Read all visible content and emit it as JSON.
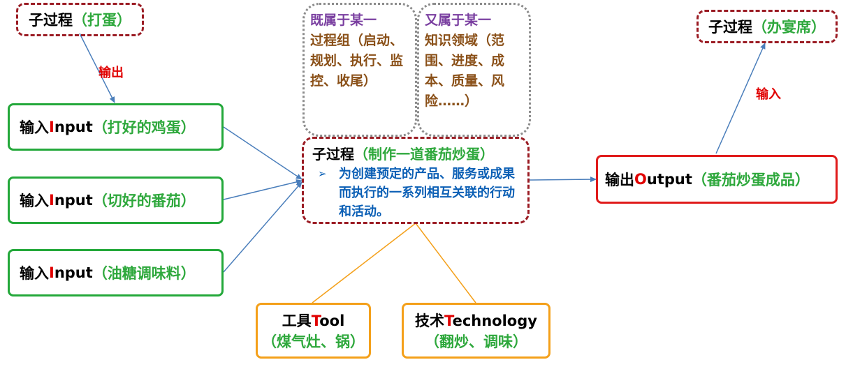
{
  "top_left": {
    "label": "子过程",
    "detail": "（打蛋）"
  },
  "top_left_arrow_label": "输出",
  "inputs": [
    {
      "pre": "输入",
      "accent": "I",
      "rest": "nput",
      "detail": "（打好的鸡蛋）"
    },
    {
      "pre": "输入",
      "accent": "I",
      "rest": "nput",
      "detail": "（切好的番茄）"
    },
    {
      "pre": "输入",
      "accent": "I",
      "rest": "nput",
      "detail": "（油糖调味料）"
    }
  ],
  "gray_boxes": [
    {
      "line1": "既属于某一",
      "line2": "过程组（启动、规划、执行、监控、收尾）"
    },
    {
      "line1": "又属于某一",
      "line2": "知识领域（范围、进度、成本、质量、风险……）"
    }
  ],
  "center": {
    "label": "子过程",
    "detail": "（制作一道番茄炒蛋）",
    "bullet": "➢",
    "desc": "为创建预定的产品、服务或成果而执行的一系列相互关联的行动和活动。"
  },
  "output": {
    "pre": "输出",
    "accent": "O",
    "rest": "utput",
    "detail": "（番茄炒蛋成品）"
  },
  "top_right": {
    "label": "子过程",
    "detail": "（办宴席）"
  },
  "top_right_arrow_label": "输入",
  "tools": [
    {
      "pre": "工具",
      "accent": "T",
      "rest": "ool",
      "detail": "（煤气灶、锅）"
    },
    {
      "pre": "技术",
      "accent": "T",
      "rest": "echnology",
      "detail": "（翻炒、调味）"
    }
  ],
  "colors": {
    "green": "#2ea83c",
    "red": "#e00000",
    "blue": "#0b5fb5",
    "brown": "#8a5018",
    "dark_red_border": "#9b1c24",
    "orange": "#f4a01a",
    "connector_blue": "#4a7ebb",
    "connector_orange": "#f4a01a"
  }
}
